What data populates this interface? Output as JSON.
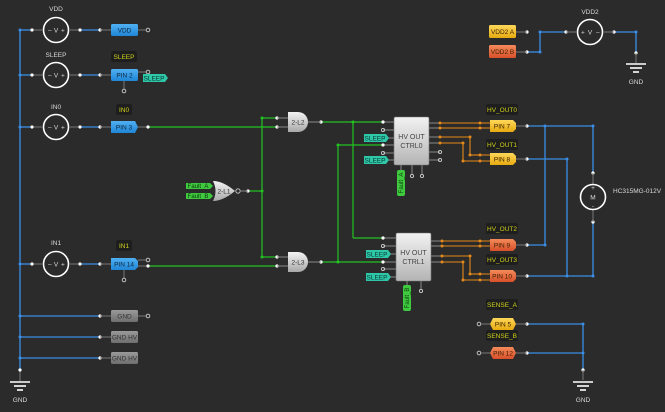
{
  "colors": {
    "background": "#2b2b2b",
    "wire_blue": "#3a8ee6",
    "wire_green": "#22c422",
    "wire_orange": "#e58a1a",
    "pin_blue": "#2f9be8",
    "pin_yellow": "#f2c230",
    "pin_orange": "#e8683a",
    "pin_gray": "#8a8a8a",
    "tag_text": "#cfd21a",
    "net_cyan": "#2ec7a8",
    "net_green": "#3ec93e"
  },
  "sources": [
    {
      "id": "vdd",
      "label": "VDD",
      "symbol": "V"
    },
    {
      "id": "sleep",
      "label": "SLEEP",
      "symbol": "V"
    },
    {
      "id": "in0",
      "label": "IN0",
      "symbol": "V"
    },
    {
      "id": "in1",
      "label": "IN1",
      "symbol": "V"
    },
    {
      "id": "vdd2",
      "label": "VDD2",
      "symbol": "V"
    }
  ],
  "pins_left": [
    {
      "name": "VDD",
      "tag": ""
    },
    {
      "name": "PIN 2",
      "tag": "SLEEP"
    },
    {
      "name": "PIN 3",
      "tag": "IN0"
    },
    {
      "name": "PIN 14",
      "tag": "IN1"
    },
    {
      "name": "GND",
      "tag": ""
    },
    {
      "name": "GND HV",
      "tag": ""
    },
    {
      "name": "GND HV",
      "tag": ""
    }
  ],
  "pins_right": [
    {
      "name": "VDD2 A",
      "tag": ""
    },
    {
      "name": "VDD2 B",
      "tag": ""
    },
    {
      "name": "PIN 7",
      "tag": "HV_OUT0"
    },
    {
      "name": "PIN 8",
      "tag": "HV_OUT1"
    },
    {
      "name": "PIN 9",
      "tag": "HV_OUT2"
    },
    {
      "name": "PIN 10",
      "tag": "HV_OUT3"
    },
    {
      "name": "PIN 5",
      "tag": "SENSE_A"
    },
    {
      "name": "PIN 12",
      "tag": "SENSE_B"
    }
  ],
  "net_labels": {
    "sleep": "SLEEP",
    "fault_a": "Fault_A",
    "fault_b": "Fault_B"
  },
  "gates": [
    {
      "id": "l1",
      "label": "2-L1",
      "type": "NOR"
    },
    {
      "id": "l2",
      "label": "2-L2",
      "type": "AND"
    },
    {
      "id": "l3",
      "label": "2-L3",
      "type": "AND"
    }
  ],
  "blocks": [
    {
      "id": "ctrl0",
      "line1": "HV OUT",
      "line2": "CTRL0"
    },
    {
      "id": "ctrl1",
      "line1": "HV OUT",
      "line2": "CTRL1"
    }
  ],
  "motor": {
    "symbol": "M",
    "part": "HC315MG-012V"
  },
  "grounds": [
    {
      "label": "GND"
    },
    {
      "label": "GND"
    },
    {
      "label": "GND"
    }
  ]
}
